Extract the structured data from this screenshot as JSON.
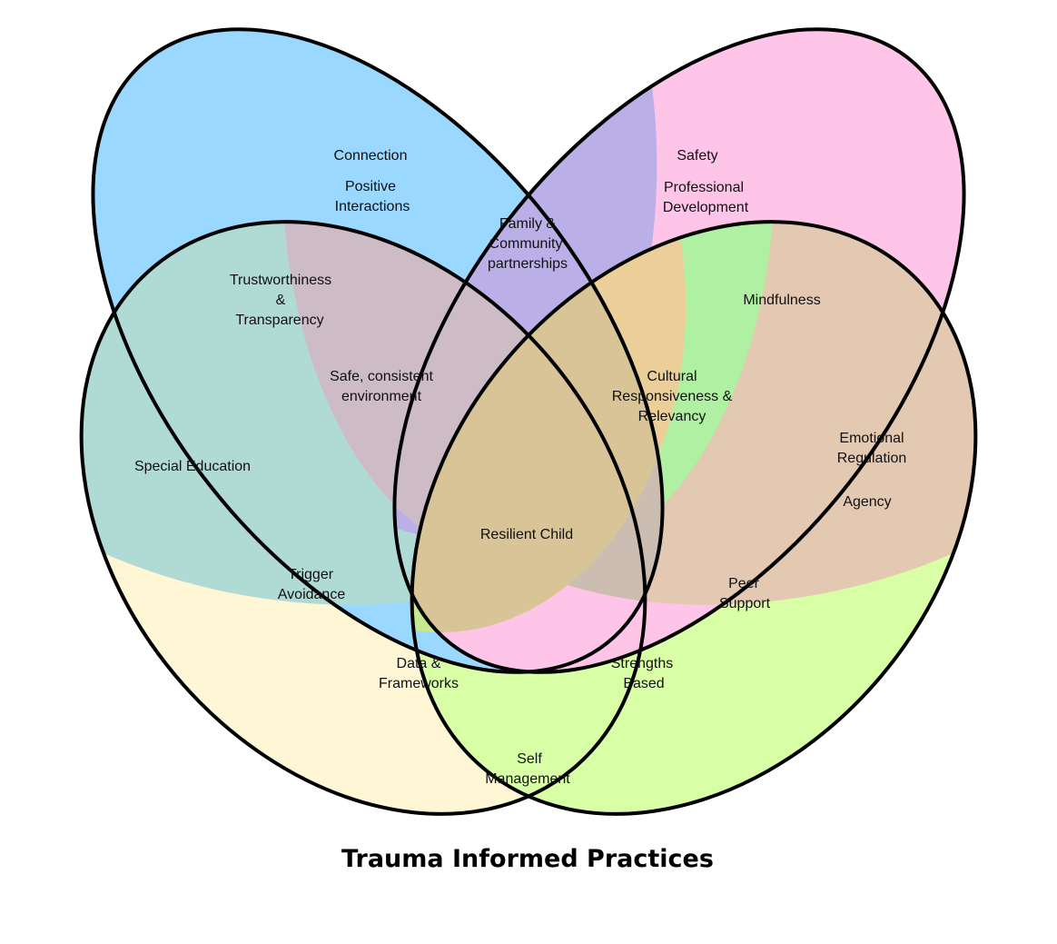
{
  "title": "Trauma Informed Practices",
  "colors": {
    "connection": "#9ad8ff",
    "safety": "#fec5e8",
    "special_education": "#fef6d4",
    "emotional_regulation": "#d9ffa6",
    "family_community": "#bbafe8",
    "trustworthiness": "#b0dbd4",
    "mindfulness": "#e3c8b2",
    "safe_environment": "#cdbbc6",
    "cultural": "#cbbdb1",
    "core": "#d8c496",
    "trigger": "#fcccc4",
    "peer": "#b0f0a2",
    "data": "#ebce98",
    "strengths": "#c8e88e",
    "self_management": "#e2f28f",
    "outline": "#000000"
  },
  "regions": {
    "connection": [
      "Connection",
      "Positive",
      "Interactions"
    ],
    "safety": [
      "Safety",
      "Professional",
      "Development"
    ],
    "family_community": [
      "Family &",
      "Community",
      "partnerships"
    ],
    "trustworthiness": [
      "Trustworthiness",
      "&",
      "Transparency"
    ],
    "mindfulness": [
      "Mindfulness"
    ],
    "safe_environment": [
      "Safe, consistent",
      "environment"
    ],
    "cultural": [
      "Cultural",
      "Responsiveness &",
      "Relevancy"
    ],
    "special_education": [
      "Special Education"
    ],
    "emotional_regulation": [
      "Emotional",
      "Regulation",
      "Agency"
    ],
    "core": [
      "Resilient Child"
    ],
    "trigger": [
      "Trigger",
      "Avoidance"
    ],
    "peer": [
      "Peer",
      "Support"
    ],
    "data": [
      "Data &",
      "Frameworks"
    ],
    "strengths": [
      "Strengths",
      "Based"
    ],
    "self_management": [
      "Self",
      "Management"
    ]
  }
}
